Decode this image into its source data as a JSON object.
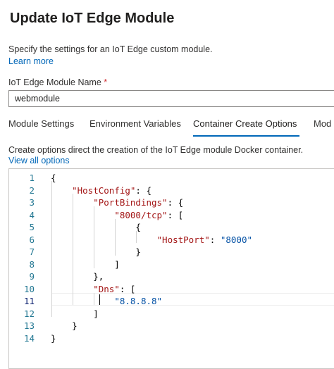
{
  "header": {
    "title": "Update IoT Edge Module",
    "description": "Specify the settings for an IoT Edge custom module.",
    "learn_more": "Learn more"
  },
  "module_name": {
    "label": "IoT Edge Module Name",
    "required_marker": "*",
    "value": "webmodule"
  },
  "tabs": [
    {
      "label": "Module Settings",
      "active": false
    },
    {
      "label": "Environment Variables",
      "active": false
    },
    {
      "label": "Container Create Options",
      "active": true
    },
    {
      "label": "Mod",
      "active": false
    }
  ],
  "editor_section": {
    "description": "Create options direct the creation of the IoT Edge module Docker container.",
    "view_all": "View all options"
  },
  "editor": {
    "current_line": 11,
    "lines": [
      {
        "n": "1",
        "tokens": [
          [
            "p",
            "{"
          ]
        ]
      },
      {
        "n": "2",
        "tokens": [
          [
            "p",
            "    "
          ],
          [
            "s",
            "\"HostConfig\""
          ],
          [
            "p",
            ": {"
          ]
        ]
      },
      {
        "n": "3",
        "tokens": [
          [
            "p",
            "        "
          ],
          [
            "s",
            "\"PortBindings\""
          ],
          [
            "p",
            ": {"
          ]
        ]
      },
      {
        "n": "4",
        "tokens": [
          [
            "p",
            "            "
          ],
          [
            "s",
            "\"8000/tcp\""
          ],
          [
            "p",
            ": ["
          ]
        ]
      },
      {
        "n": "5",
        "tokens": [
          [
            "p",
            "                {"
          ]
        ]
      },
      {
        "n": "6",
        "tokens": [
          [
            "p",
            "                    "
          ],
          [
            "s",
            "\"HostPort\""
          ],
          [
            "p",
            ": "
          ],
          [
            "v",
            "\"8000\""
          ]
        ]
      },
      {
        "n": "7",
        "tokens": [
          [
            "p",
            "                }"
          ]
        ]
      },
      {
        "n": "8",
        "tokens": [
          [
            "p",
            "            ]"
          ]
        ]
      },
      {
        "n": "9",
        "tokens": [
          [
            "p",
            "        },"
          ]
        ]
      },
      {
        "n": "10",
        "tokens": [
          [
            "p",
            "        "
          ],
          [
            "s",
            "\"Dns\""
          ],
          [
            "p",
            ": ["
          ]
        ]
      },
      {
        "n": "11",
        "tokens": [
          [
            "p",
            "            "
          ],
          [
            "v",
            "\"8.8.8.8\""
          ]
        ]
      },
      {
        "n": "12",
        "tokens": [
          [
            "p",
            "        ]"
          ]
        ]
      },
      {
        "n": "13",
        "tokens": [
          [
            "p",
            "    }"
          ]
        ]
      },
      {
        "n": "14",
        "tokens": [
          [
            "p",
            "}"
          ]
        ]
      }
    ]
  }
}
